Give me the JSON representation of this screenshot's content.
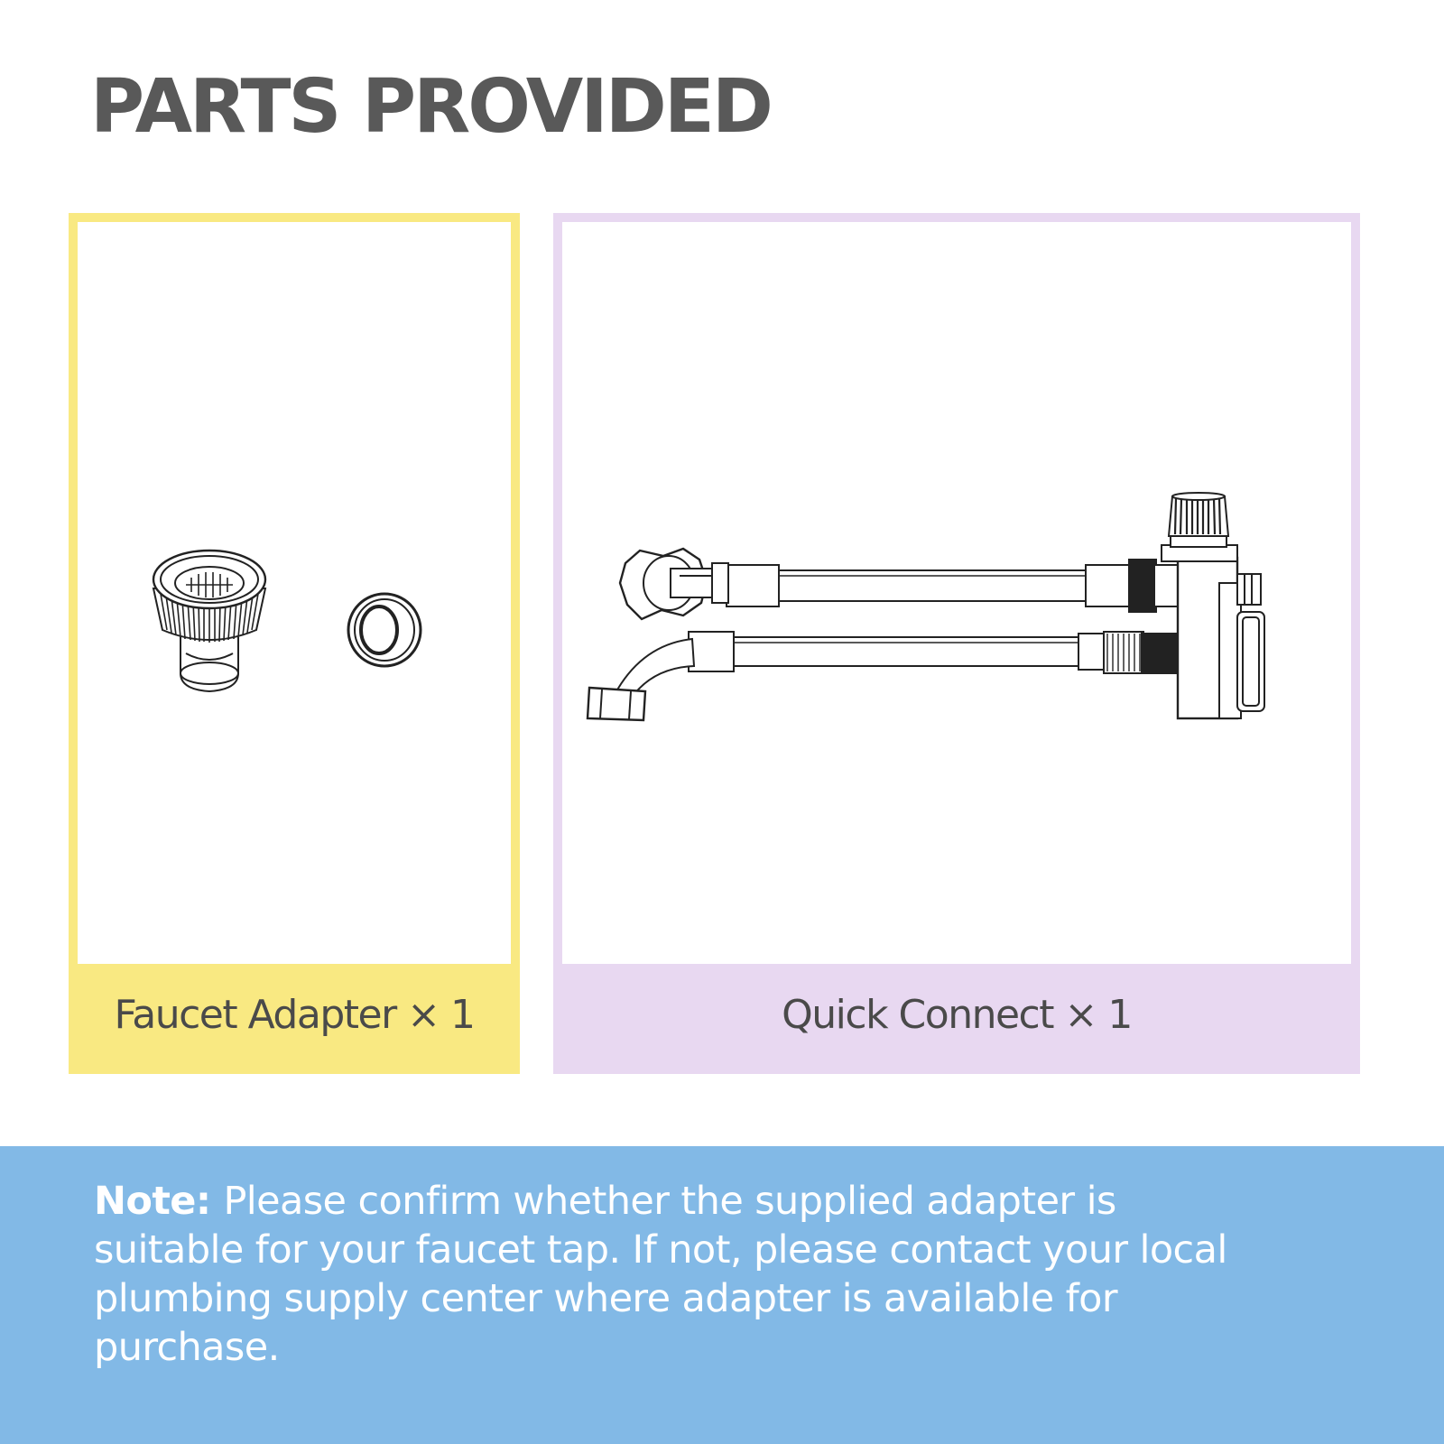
{
  "title": "PARTS PROVIDED",
  "colors": {
    "title": "#595959",
    "adapter_accent": "#f9e982",
    "quick_connect_accent": "#e8d8f1",
    "note_background": "#82b9e6",
    "note_text": "#ffffff",
    "line_art": "#222222"
  },
  "parts": [
    {
      "label": "Faucet Adapter × 1",
      "illustrations": [
        "faucet-adapter-icon",
        "washer-ring-icon"
      ]
    },
    {
      "label": "Quick Connect × 1",
      "illustrations": [
        "quick-connect-hose-icon"
      ]
    }
  ],
  "note": {
    "label": "Note:",
    "text": "Please confirm whether the supplied adapter is suitable for your faucet tap.  If not, please contact your local plumbing supply center where adapter is available for purchase."
  }
}
